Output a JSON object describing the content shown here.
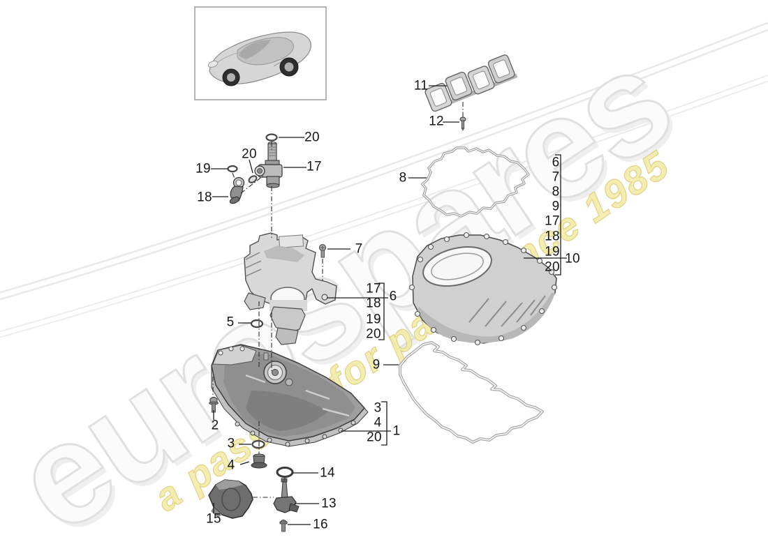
{
  "page": {
    "background": "#ffffff"
  },
  "palette": {
    "line_color": "#1a1a1a",
    "dash_color": "#2a2a2a",
    "watermark_gray": "#e2e2e2",
    "watermark_yellow": "#f1e8a0",
    "part_gray": "#cfcfcf"
  },
  "watermark": {
    "brand": "eurospares",
    "tagline": "a passion for parts since 1985"
  },
  "diagram": {
    "callouts": {
      "c2": "2",
      "c3": "3",
      "c4": "4",
      "c5": "5",
      "c7": "7",
      "c8": "8",
      "c9": "9",
      "c11": "11",
      "c12": "12",
      "c13": "13",
      "c14": "14",
      "c15": "15",
      "c16": "16",
      "c17": "17",
      "c18": "18",
      "c19": "19",
      "c20_top": "20",
      "c20_mid": "20"
    },
    "groups": {
      "upper_pan": {
        "target": "10",
        "items": [
          "6",
          "7",
          "8",
          "9",
          "17",
          "18",
          "19",
          "20"
        ]
      },
      "oil_guide_housing": {
        "target": "6",
        "items": [
          "17",
          "18",
          "19",
          "20"
        ]
      },
      "lower_pan": {
        "target": "1",
        "items": [
          "3",
          "4",
          "20"
        ]
      }
    }
  }
}
